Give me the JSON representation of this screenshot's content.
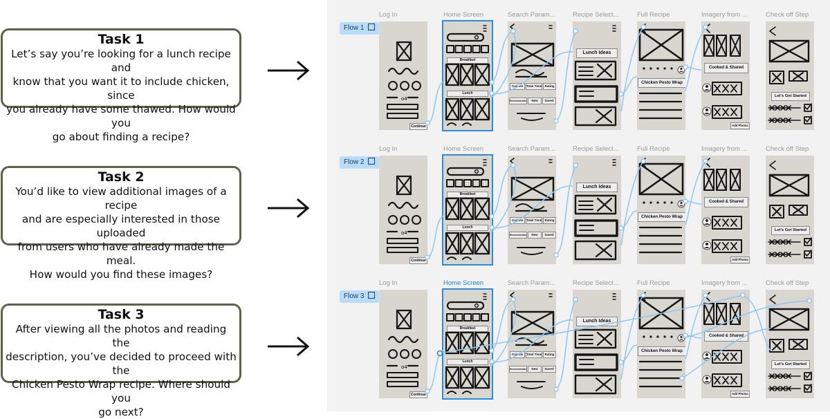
{
  "tasks": [
    {
      "title": "Task 1",
      "lines": [
        "Let’s say you’re looking for a lunch recipe and",
        "know that you want it to include chicken, since",
        "you already have some thawed. How would you",
        "go about finding a recipe?"
      ]
    },
    {
      "title": "Task 2",
      "lines": [
        "You’d like to view additional images of a recipe",
        "and are especially interested in those uploaded",
        "from users who have already made the meal.",
        "How would you find these images?"
      ]
    },
    {
      "title": "Task 3",
      "lines": [
        "After viewing all the photos and reading the",
        "description, you’ve decided to proceed with the",
        "Chicken Pesto Wrap recipe. Where should you",
        "go next?"
      ]
    }
  ],
  "arrow_glyph": "→",
  "flows": [
    {
      "name": "Flow 1",
      "frames": [
        "Log In",
        "Home Screen",
        "Search Param...",
        "Recipe Select...",
        "Full Recipe",
        "Imagery from ...",
        "Check off Step"
      ],
      "active_label": -1
    },
    {
      "name": "Flow 2",
      "frames": [
        "Log In",
        "Home Screen",
        "Search Param...",
        "Recipe Select...",
        "Full Recipe",
        "Imagery from ...",
        "Check off Step"
      ],
      "active_label": -1
    },
    {
      "name": "Flow 3",
      "frames": [
        "Log In",
        "Home Screen",
        "Search Param...",
        "Recipe Select...",
        "Full Recipe",
        "Imagery from ...",
        "Check off Step"
      ],
      "active_label": 1
    }
  ],
  "sketch_text": {
    "continue": "Continue",
    "breakfast": "Breakfast",
    "lunch": "Lunch",
    "cuisine": "Cuisine",
    "total_time": "Total Time",
    "rating": "Rating",
    "recommended": "Recommended",
    "new": "New",
    "saved": "Saved",
    "lunch_ideas": "Lunch Ideas",
    "chicken_pesto_wrap": "Chicken Pesto Wrap",
    "cooked_shared": "Cooked & Shared",
    "add_photos": "Add Photos",
    "lets_get_started": "Let's Get Started"
  },
  "colors": {
    "connector": "#8ec6f2",
    "selection": "#2a8be6",
    "flow_tag_bg": "#b9dcfa",
    "task_border": "#5a6248"
  }
}
